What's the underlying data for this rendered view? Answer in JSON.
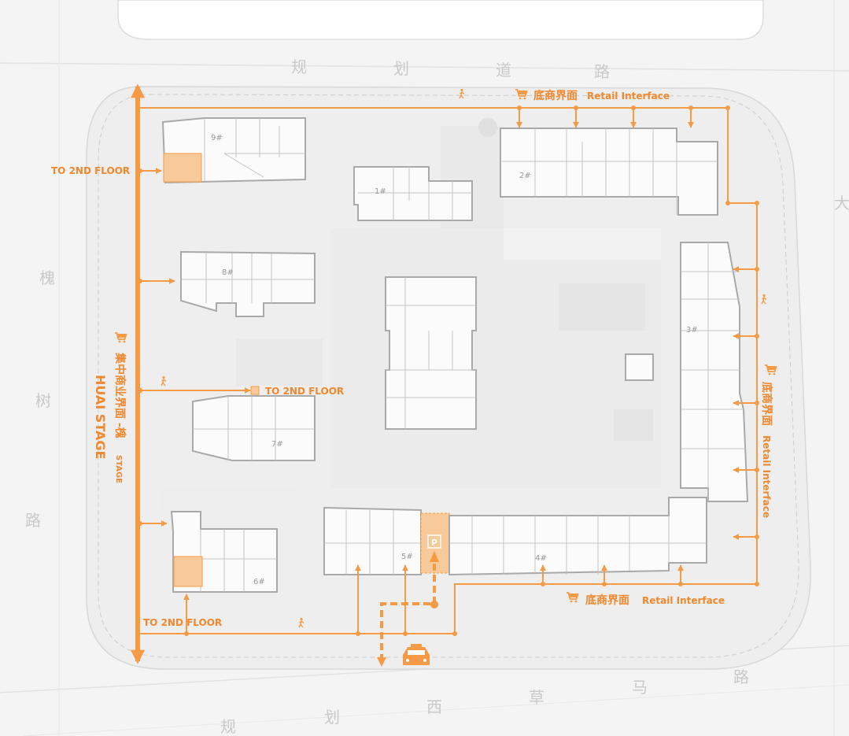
{
  "roads": {
    "north": [
      "规",
      "划",
      "道",
      "路"
    ],
    "west": [
      "槐",
      "树",
      "路"
    ],
    "south": [
      "规",
      "划",
      "西",
      "草",
      "马",
      "路"
    ],
    "east_partial": "大"
  },
  "labels": {
    "retail_top_cn": "底商界面",
    "retail_top_en": "Retail Interface",
    "retail_bottom_cn": "底商界面",
    "retail_bottom_en": "Retail Interface",
    "retail_right_cn": "底商界面",
    "retail_right_en": "Retail Interface",
    "to_2nd_floor_1": "TO 2ND FLOOR",
    "to_2nd_floor_2": "TO 2ND FLOOR",
    "to_2nd_floor_3": "TO 2ND FLOOR",
    "huai_cn": "集中商业界面 -槐",
    "huai_stage_small": "STAGE",
    "huai_stage_en": "HUAI STAGE",
    "parking": "P"
  },
  "buildings": {
    "b1": "1#",
    "b2": "2#",
    "b3": "3#",
    "b4": "4#",
    "b5": "5#",
    "b6": "6#",
    "b7": "7#",
    "b8": "8#",
    "b9": "9#"
  },
  "icons": {
    "cart": "shopping-cart-icon",
    "pedestrian": "pedestrian-icon",
    "taxi": "taxi-icon",
    "parking": "parking-icon"
  },
  "colors": {
    "accent_orange": "#f59a45",
    "label_orange": "#f0882f",
    "background": "#f4f4f4"
  }
}
